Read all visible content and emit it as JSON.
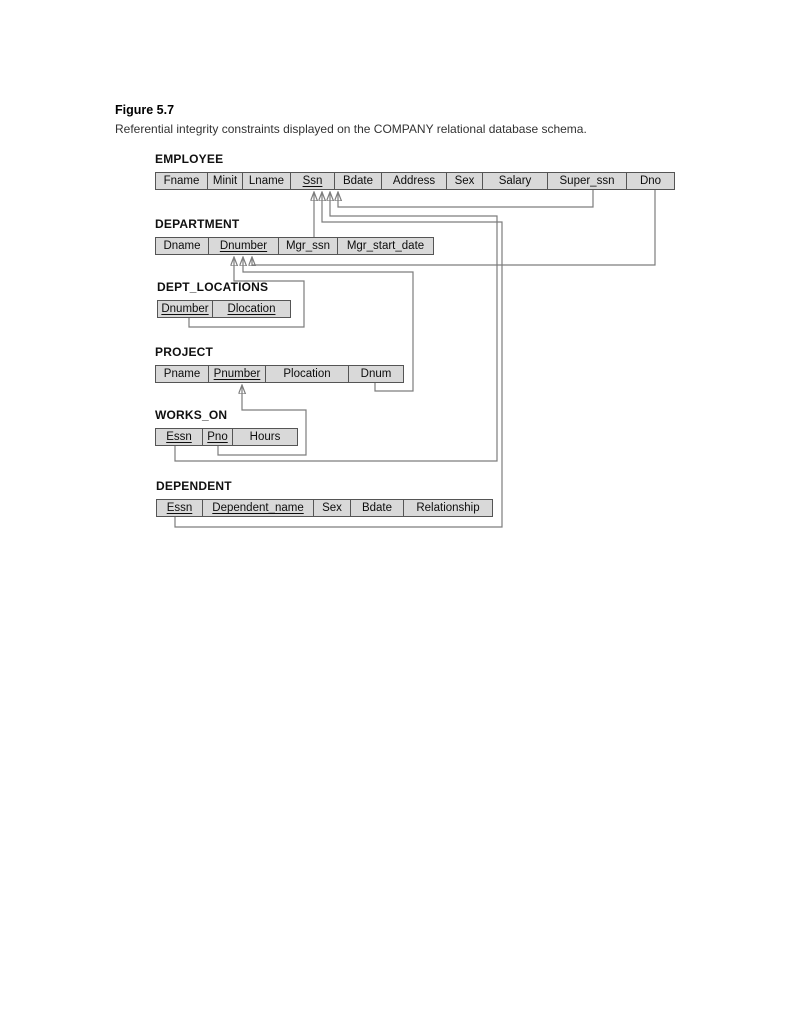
{
  "figure": {
    "label": "Figure 5.7",
    "caption": "Referential integrity constraints displayed on the COMPANY relational database schema."
  },
  "tables": [
    {
      "name": "EMPLOYEE",
      "attrs": [
        {
          "label": "Fname",
          "pk": false
        },
        {
          "label": "Minit",
          "pk": false
        },
        {
          "label": "Lname",
          "pk": false
        },
        {
          "label": "Ssn",
          "pk": true
        },
        {
          "label": "Bdate",
          "pk": false
        },
        {
          "label": "Address",
          "pk": false
        },
        {
          "label": "Sex",
          "pk": false
        },
        {
          "label": "Salary",
          "pk": false
        },
        {
          "label": "Super_ssn",
          "pk": false
        },
        {
          "label": "Dno",
          "pk": false
        }
      ]
    },
    {
      "name": "DEPARTMENT",
      "attrs": [
        {
          "label": "Dname",
          "pk": false
        },
        {
          "label": "Dnumber",
          "pk": true
        },
        {
          "label": "Mgr_ssn",
          "pk": false
        },
        {
          "label": "Mgr_start_date",
          "pk": false
        }
      ]
    },
    {
      "name": "DEPT_LOCATIONS",
      "attrs": [
        {
          "label": "Dnumber",
          "pk": true
        },
        {
          "label": "Dlocation",
          "pk": true
        }
      ]
    },
    {
      "name": "PROJECT",
      "attrs": [
        {
          "label": "Pname",
          "pk": false
        },
        {
          "label": "Pnumber",
          "pk": true
        },
        {
          "label": "Plocation",
          "pk": false
        },
        {
          "label": "Dnum",
          "pk": false
        }
      ]
    },
    {
      "name": "WORKS_ON",
      "attrs": [
        {
          "label": "Essn",
          "pk": true
        },
        {
          "label": "Pno",
          "pk": true
        },
        {
          "label": "Hours",
          "pk": false
        }
      ]
    },
    {
      "name": "DEPENDENT",
      "attrs": [
        {
          "label": "Essn",
          "pk": true
        },
        {
          "label": "Dependent_name",
          "pk": true
        },
        {
          "label": "Sex",
          "pk": false
        },
        {
          "label": "Bdate",
          "pk": false
        },
        {
          "label": "Relationship",
          "pk": false
        }
      ]
    }
  ],
  "relationships": [
    {
      "from": "DEPARTMENT.Mgr_ssn",
      "to": "EMPLOYEE.Ssn"
    },
    {
      "from": "EMPLOYEE.Super_ssn",
      "to": "EMPLOYEE.Ssn"
    },
    {
      "from": "WORKS_ON.Essn",
      "to": "EMPLOYEE.Ssn"
    },
    {
      "from": "DEPENDENT.Essn",
      "to": "EMPLOYEE.Ssn"
    },
    {
      "from": "EMPLOYEE.Dno",
      "to": "DEPARTMENT.Dnumber"
    },
    {
      "from": "PROJECT.Dnum",
      "to": "DEPARTMENT.Dnumber"
    },
    {
      "from": "DEPT_LOCATIONS.Dnumber",
      "to": "DEPARTMENT.Dnumber"
    },
    {
      "from": "WORKS_ON.Pno",
      "to": "PROJECT.Pnumber"
    }
  ],
  "colors": {
    "cell_fill": "#d9d9d9",
    "cell_border": "#555555",
    "connector": "#7d7d7d",
    "arrowhead": "#141414"
  }
}
